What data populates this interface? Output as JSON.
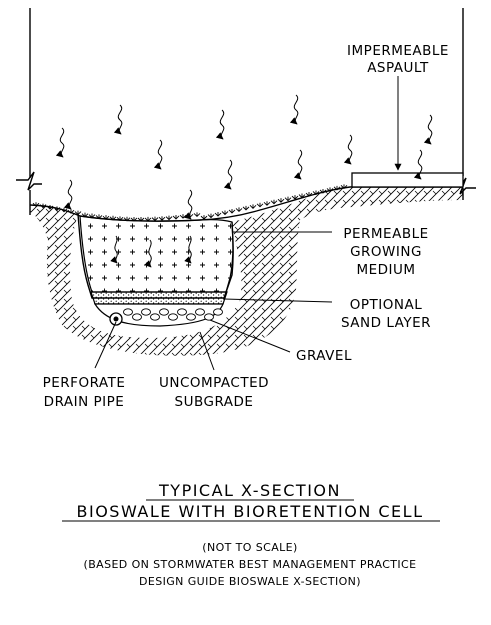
{
  "labels": {
    "impermeable_line1": "IMPERMEABLE",
    "impermeable_line2": "ASPAULT",
    "permeable_line1": "PERMEABLE",
    "permeable_line2": "GROWING",
    "permeable_line3": "MEDIUM",
    "sand_line1": "OPTIONAL",
    "sand_line2": "SAND LAYER",
    "gravel": "GRAVEL",
    "drain_line1": "PERFORATE",
    "drain_line2": "DRAIN PIPE",
    "subgrade_line1": "UNCOMPACTED",
    "subgrade_line2": "SUBGRADE"
  },
  "caption": {
    "title_line1": "TYPICAL X-SECTION",
    "title_line2": "BIOSWALE WITH BIORETENTION CELL",
    "note_line1": "(NOT TO SCALE)",
    "note_line2": "(BASED ON STORMWATER BEST MANAGEMENT PRACTICE",
    "note_line3": "DESIGN GUIDE BIOSWALE X-SECTION)"
  }
}
